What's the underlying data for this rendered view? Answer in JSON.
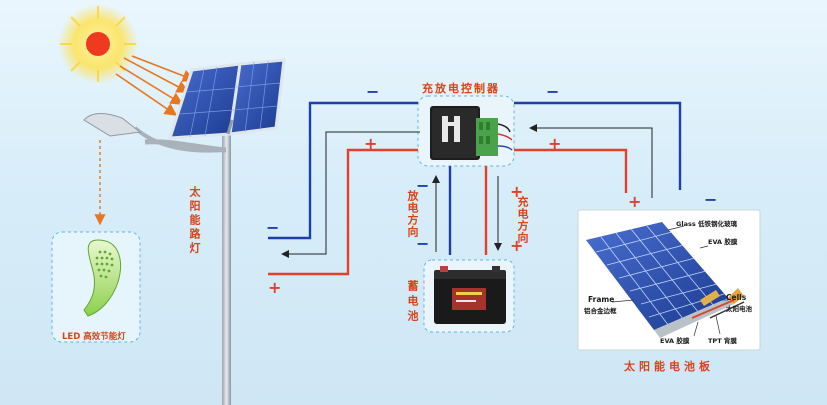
{
  "labels": {
    "controller": "充放电控制器",
    "lamp_post": "太阳能路灯",
    "led_lamp": "LED 高效节能灯",
    "discharge_direction": "放电方向",
    "charge_direction": "充电方向",
    "battery": "蓄电池",
    "solar_panel": "太阳能电池板"
  },
  "signs": {
    "minus": "−",
    "plus": "+"
  },
  "panel_callouts": {
    "glass": "Glass 低铁钢化玻璃",
    "eva_top": "EVA 胶膜",
    "cells": "Cells",
    "cells_cn": "太阳电池",
    "frame": "Frame",
    "frame_cn": "铝合金边框",
    "eva_bottom": "EVA 胶膜",
    "tpt": "TPT 背膜"
  },
  "colors": {
    "negative_wire": "#1d3fa8",
    "positive_wire": "#e2402b",
    "label_text": "#d8441a",
    "sun": "#ee3b1f"
  }
}
